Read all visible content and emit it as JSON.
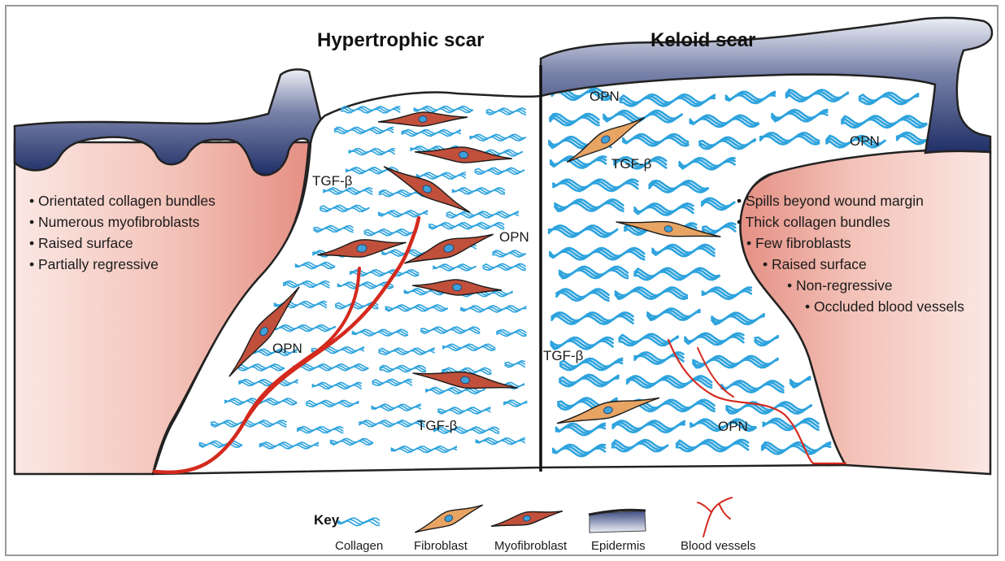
{
  "titles": {
    "left": "Hypertrophic scar",
    "right": "Keloid scar"
  },
  "hypertrophic_features": [
    "• Orientated collagen bundles",
    "• Numerous myofibroblasts",
    "• Raised surface",
    "• Partially regressive"
  ],
  "keloid_features": [
    "• Spills beyond wound margin",
    "• Thick collagen bundles",
    "• Few fibroblasts",
    "• Raised surface",
    "• Non-regressive",
    "• Occluded blood vessels"
  ],
  "labels": {
    "tgf_beta": "TGF-β",
    "opn": "OPN"
  },
  "key": {
    "title": "Key",
    "items": [
      "Collagen",
      "Fibroblast",
      "Myofibroblast",
      "Epidermis",
      "Blood vessels"
    ]
  },
  "colors": {
    "collagen": "#2ea3dd",
    "epidermis_dark": "#1f2f66",
    "epidermis_light": "#e7e9f2",
    "skin_side": "#e79a8f",
    "myofibroblast": "#c0503b",
    "fibroblast": "#e7a463",
    "blood_vessel": "#d42a1e",
    "nucleus": "#3fa1d8"
  }
}
